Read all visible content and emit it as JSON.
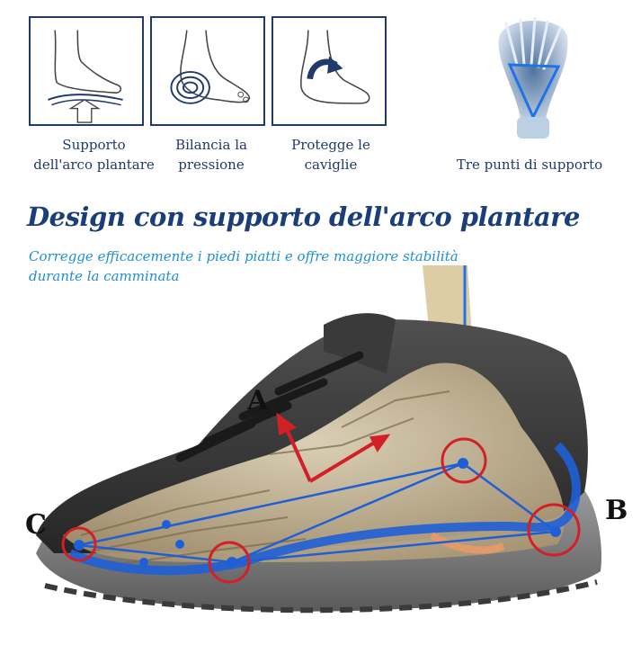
{
  "features": [
    {
      "label_line1": "Supporto",
      "label_line2": "dell'arco plantare",
      "icon": "foot-arch-icon"
    },
    {
      "label_line1": "Bilancia la",
      "label_line2": "pressione",
      "icon": "heel-pressure-icon"
    },
    {
      "label_line1": "Protegge le",
      "label_line2": "caviglie",
      "icon": "ankle-protect-icon"
    },
    {
      "label_line1": "Tre punti di supporto",
      "icon": "foot-xray-icon"
    }
  ],
  "heading": "Design con supporto dell'arco plantare",
  "subheading_line1": "Corregge efficacemente i piedi piatti e offre maggiore stabilità",
  "subheading_line2": "durante la camminata",
  "points": {
    "a": "A",
    "b": "B",
    "c": "C"
  },
  "colors": {
    "navy": "#1f3a6b",
    "accent_blue": "#1e8ed6",
    "support_ring": "#d32027",
    "arch_blue": "#1f5fd6"
  }
}
